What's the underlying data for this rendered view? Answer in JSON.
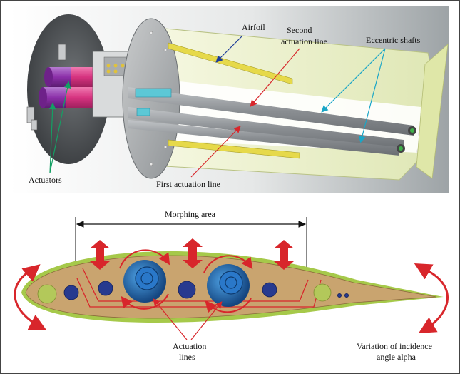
{
  "top_panel": {
    "labels": {
      "airfoil": "Airfoil",
      "second_actuation_line": [
        "Second",
        "actuation line"
      ],
      "eccentric_shafts": "Eccentric shafts",
      "actuators": "Actuators",
      "first_actuation_line": "First actuation line"
    }
  },
  "bottom_panel": {
    "labels": {
      "morphing_area": "Morphing area",
      "actuation_lines": [
        "Actuation",
        "lines"
      ],
      "variation_of_incidence": [
        "Variation of incidence",
        "angle alpha"
      ]
    }
  },
  "colors": {
    "airfoil_skin": "#e9eec6",
    "shaft_grey": "#8e9296",
    "actuator_magenta": "#d6337f",
    "actuator_purple": "#8b2fa8",
    "arrow_red": "#d8262b",
    "leader_green": "#14a064",
    "leader_cyan": "#1aa6c7",
    "leader_blue": "#1d3c99",
    "section_tan": "#c9a46f",
    "section_outline": "#a6c94a",
    "hole_navy": "#273a8f",
    "eccentric_blue": "#1e63b4"
  }
}
